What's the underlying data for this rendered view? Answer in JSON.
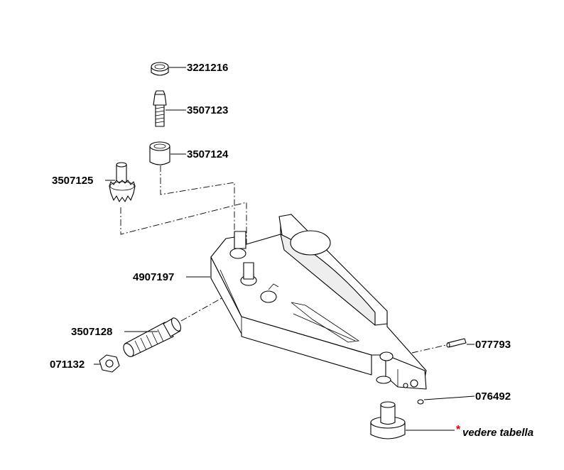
{
  "labels": {
    "p3221216": "3221216",
    "p3507123": "3507123",
    "p3507124": "3507124",
    "p3507125": "3507125",
    "p4907197": "4907197",
    "p3507128": "3507128",
    "p071132": "071132",
    "p077793": "077793",
    "p076492": "076492",
    "star": "*",
    "vedere": "vedere tabella"
  }
}
